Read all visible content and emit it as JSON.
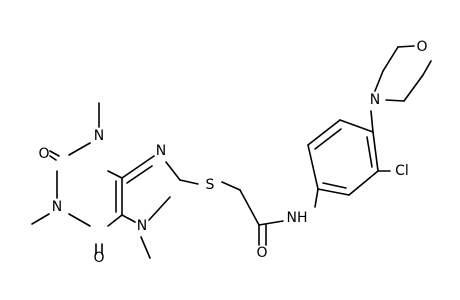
{
  "molecule": {
    "atom_labels": {
      "o_ring1": "O",
      "o_ring2": "O",
      "n1": "N",
      "n3": "N",
      "n7": "N",
      "n9": "N",
      "s": "S",
      "o_amide": "O",
      "nh": "NH",
      "cl": "Cl",
      "n_morph": "N",
      "o_morph": "O"
    }
  }
}
